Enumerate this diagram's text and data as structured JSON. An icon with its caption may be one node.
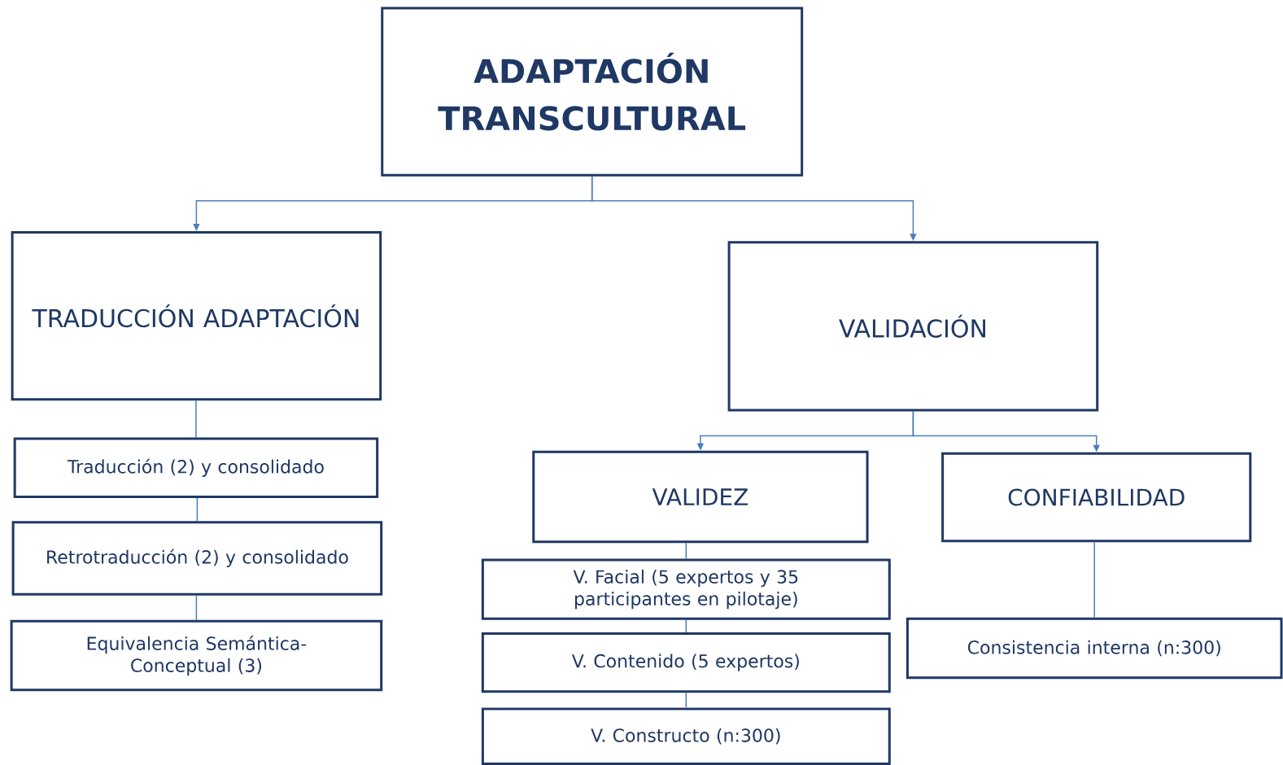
{
  "diagram": {
    "nodes": [
      {
        "text": [
          "ADAPTACIÓN TRANSCULTURAL"
        ]
      },
      {
        "text": [
          "TRADUCCIÓN ADAPTACIÓN"
        ]
      },
      {
        "text": [
          "VALIDACIÓN"
        ]
      },
      {
        "text": [
          "Traducción (2) y consolidado"
        ]
      },
      {
        "text": [
          "Retrotraducción (2) y consolidado"
        ]
      },
      {
        "text": [
          "Equivalencia Semántica-Conceptual (3)"
        ]
      },
      {
        "text": [
          "VALIDEZ"
        ]
      },
      {
        "text": [
          "CONFIABILIDAD"
        ]
      },
      {
        "text": [
          "V. Facial (5 expertos y 35 participantes en pilotaje)"
        ]
      },
      {
        "text": [
          "V. Contenido (5 expertos)"
        ]
      },
      {
        "text": [
          "V. Constructo (n:300)"
        ]
      },
      {
        "text": [
          "Consistencia interna (n:300)"
        ]
      }
    ],
    "edges": [
      {
        "from": 0,
        "to": 1,
        "arrow": "to"
      },
      {
        "from": 0,
        "to": 2,
        "arrow": "to"
      },
      {
        "from": 1,
        "to": 3,
        "arrow": "none"
      },
      {
        "from": 3,
        "to": 4,
        "arrow": "none"
      },
      {
        "from": 4,
        "to": 5,
        "arrow": "none"
      },
      {
        "from": 2,
        "to": 6,
        "arrow": "to"
      },
      {
        "from": 2,
        "to": 7,
        "arrow": "to"
      },
      {
        "from": 6,
        "to": 8,
        "arrow": "none"
      },
      {
        "from": 8,
        "to": 9,
        "arrow": "none"
      },
      {
        "from": 9,
        "to": 10,
        "arrow": "none"
      },
      {
        "from": 7,
        "to": 11,
        "arrow": "none"
      }
    ]
  }
}
